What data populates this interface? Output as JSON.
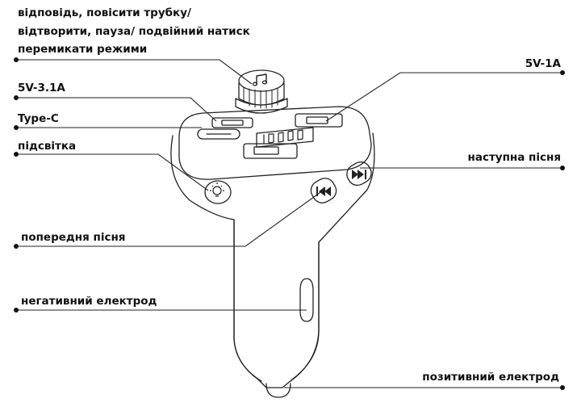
{
  "labels": {
    "answer_line1": "відповідь, повісити трубку/",
    "answer_line2": "відтворити, пауза/ подвійний натиск",
    "answer_line3": "перемикати режими",
    "usb_31": "5V-3.1A",
    "type_c": "Type-C",
    "backlight": "підсвітка",
    "previous": "попередня пісня",
    "negative": "негативний електрод",
    "usb_1a": "5V-1A",
    "next": "наступна пісня",
    "positive": "позитивний електрод"
  }
}
